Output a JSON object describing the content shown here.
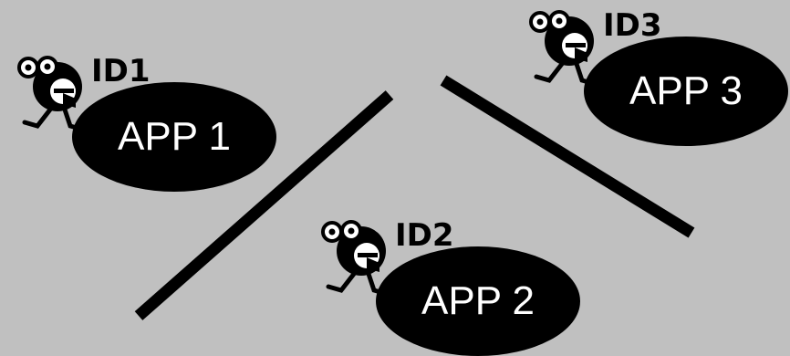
{
  "apps": [
    {
      "id": "ID1",
      "name": "APP 1"
    },
    {
      "id": "ID2",
      "name": "APP 2"
    },
    {
      "id": "ID3",
      "name": "APP 3"
    }
  ],
  "icon": "e-mascot-icon",
  "colors": {
    "background": "#c0c0c0",
    "shape": "#000000",
    "label": "#ffffff"
  }
}
